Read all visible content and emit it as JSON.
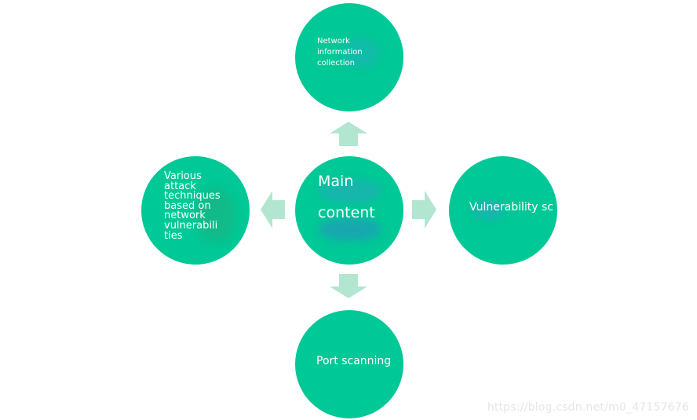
{
  "colors": {
    "node_fill": "#00c896",
    "arrow_fill": "#b2e6d0",
    "text": "#ffffff",
    "watermark": "#e6e6e6"
  },
  "diagram": {
    "center": {
      "label": "Main\n\ncontent"
    },
    "top": {
      "label": "Network\ninformation\ncollection"
    },
    "left": {
      "label": "Various\nattack\ntechniques\nbased on\nnetwork\nvulnerabili\nties"
    },
    "right": {
      "label": "Vulnerability sc"
    },
    "bottom": {
      "label": "Port scanning"
    }
  },
  "watermark": "https://blog.csdn.net/m0_47157676"
}
